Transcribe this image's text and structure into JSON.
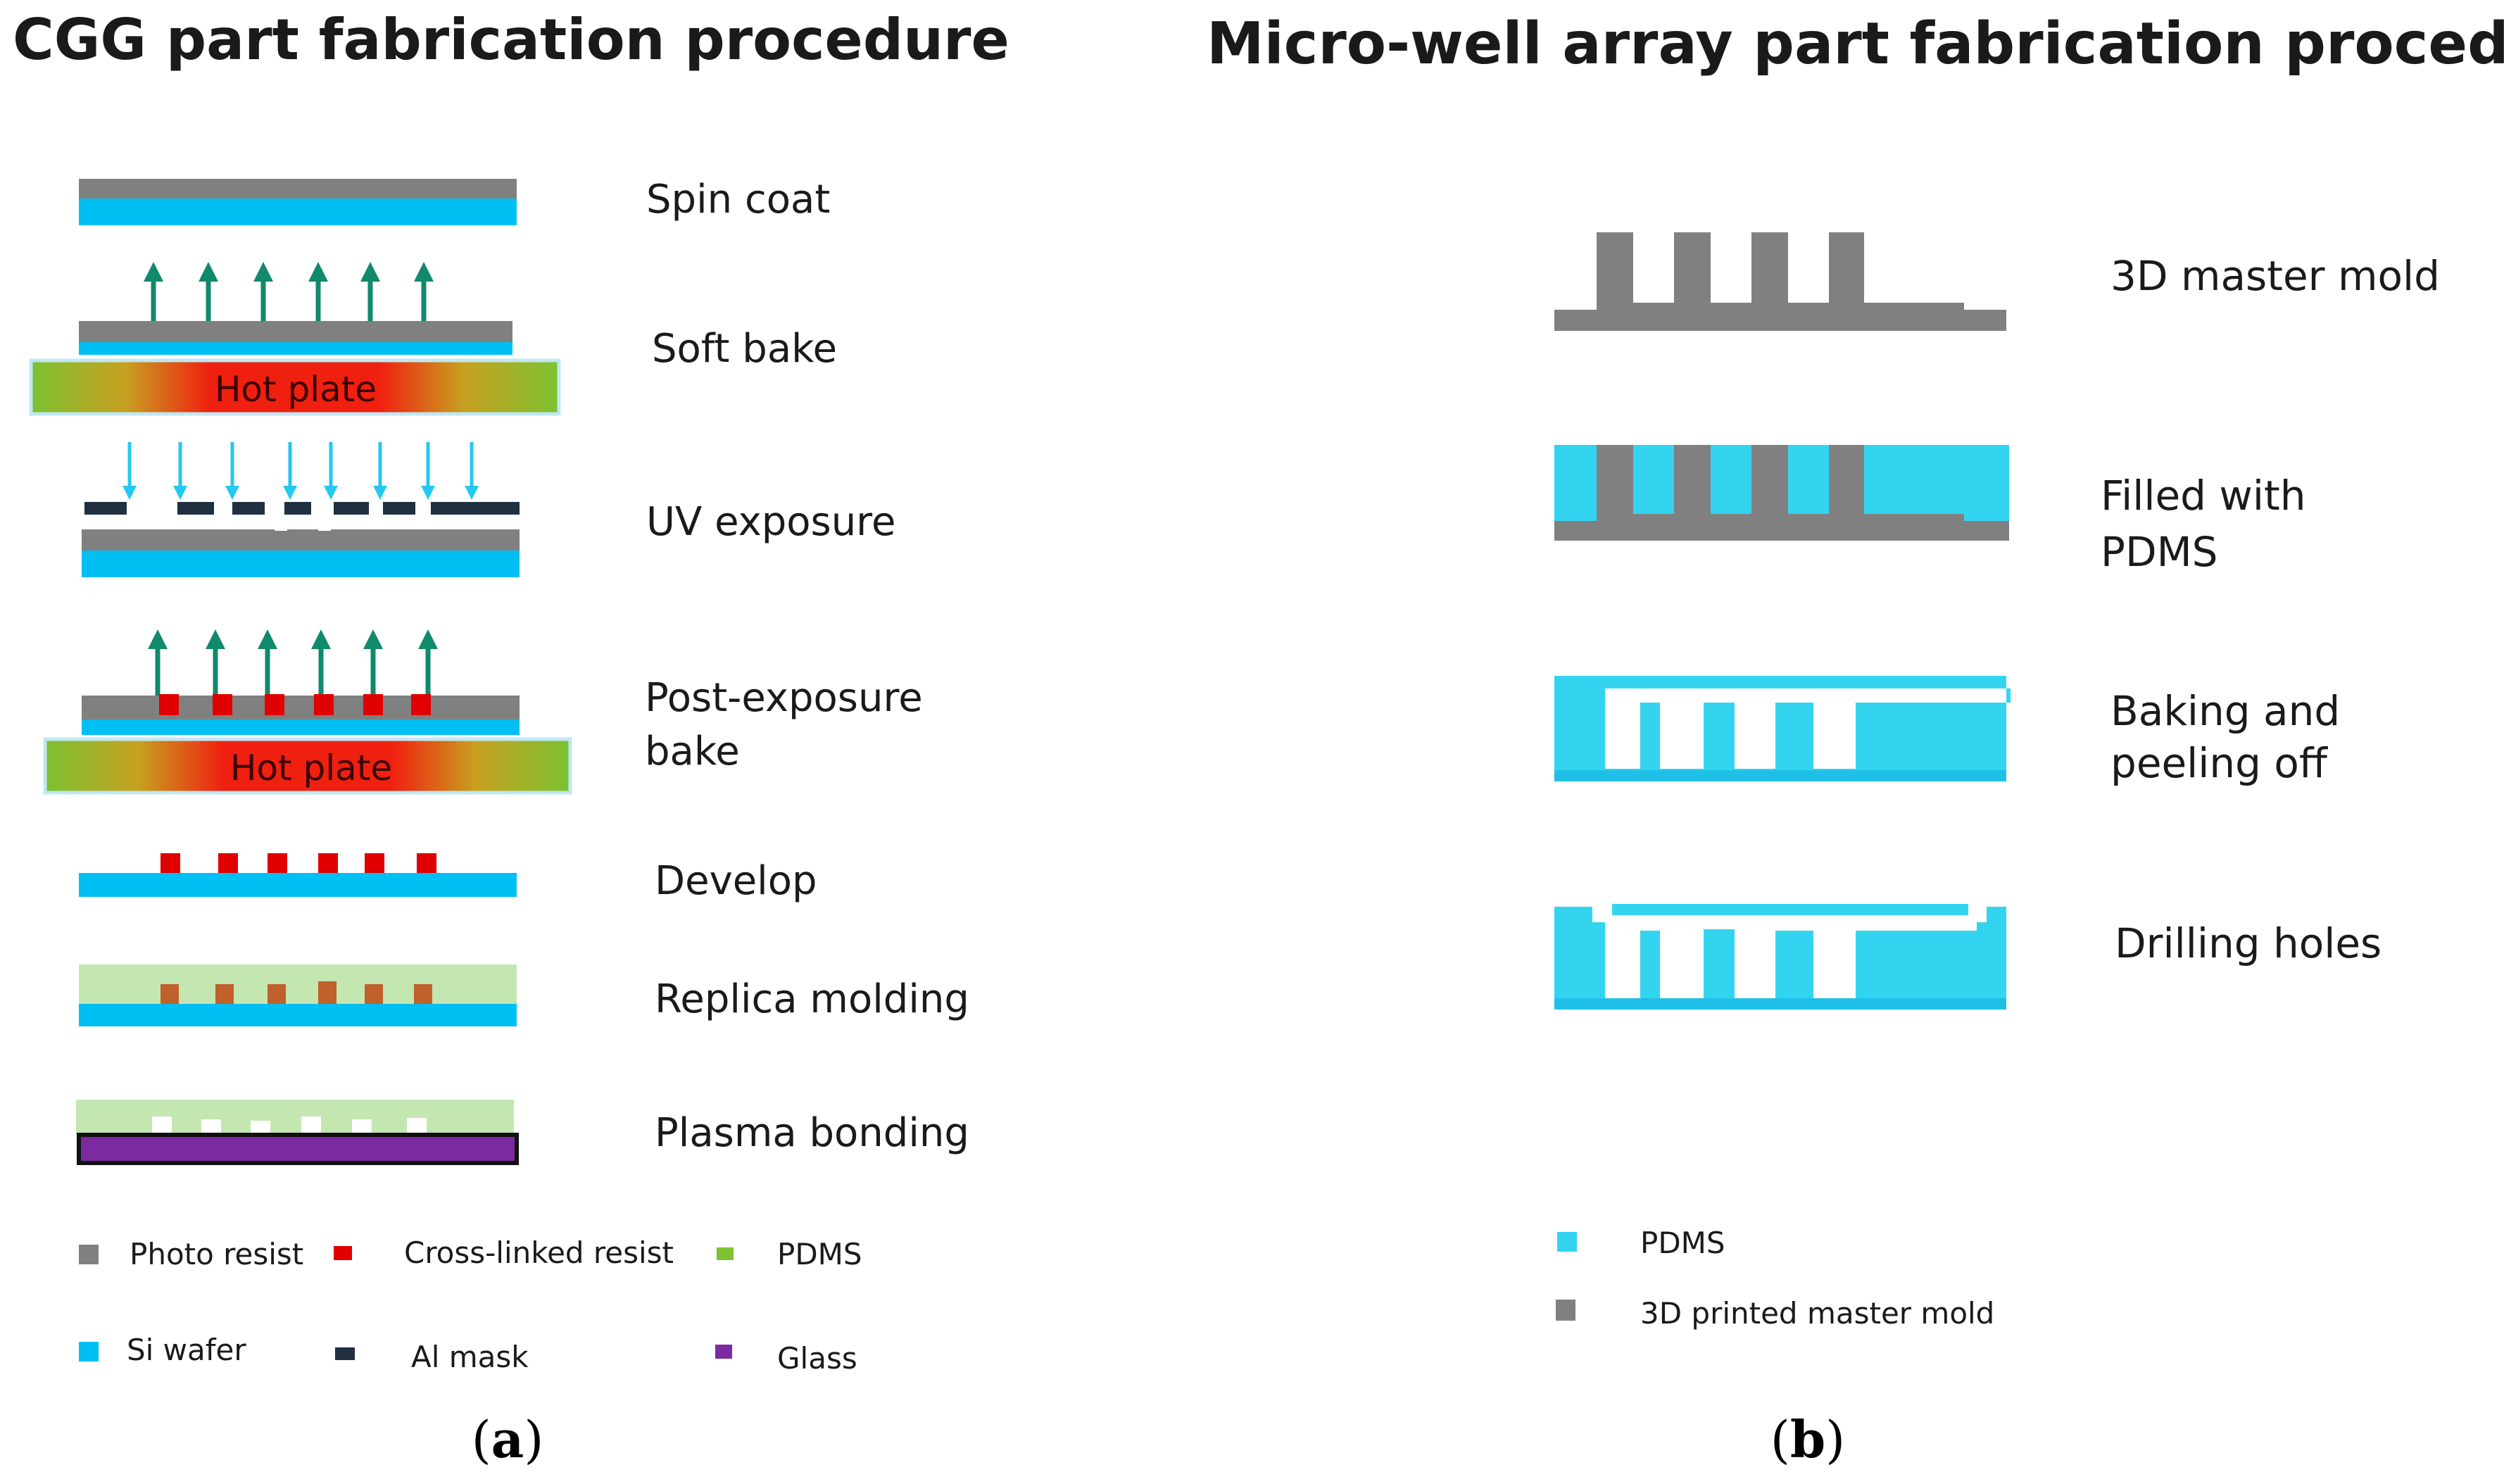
{
  "colors": {
    "photo_resist": "#808080",
    "si_wafer": "#00bff3",
    "cross_linked": "#e00000",
    "al_mask": "#203040",
    "pdms_green": "#c4e6b0",
    "glass": "#7b2aa0",
    "pdms_blue": "#33d4f0",
    "master_gray": "#808080",
    "arrow_green": "#108a6a",
    "uv_blue": "#25c8f0"
  },
  "panel_a": {
    "title": "CGG part fabrication procedure",
    "steps": {
      "spin_coat": "Spin coat",
      "soft_bake": "Soft bake",
      "uv_exposure": "UV exposure",
      "post_exposure_1": "Post-exposure",
      "post_exposure_2": "bake",
      "develop": "Develop",
      "replica_molding": "Replica molding",
      "plasma_bonding": "Plasma bonding"
    },
    "hot_plate": "Hot plate",
    "legend": {
      "photo_resist": "Photo resist",
      "cross_linked": "Cross-linked resist",
      "pdms": "PDMS",
      "si_wafer": "Si wafer",
      "al_mask": "Al mask",
      "glass": "Glass"
    },
    "caption": {
      "open": "(",
      "letter": "a",
      "close": ")"
    }
  },
  "panel_b": {
    "title": "Micro-well array part fabrication procedure",
    "steps": {
      "master_mold": "3D master mold",
      "filled_1": "Filled with",
      "filled_2": "PDMS",
      "baking_1": "Baking and",
      "baking_2": "peeling off",
      "drilling": "Drilling holes"
    },
    "legend": {
      "pdms": "PDMS",
      "master_mold": "3D printed master mold"
    },
    "caption": {
      "open": "(",
      "letter": "b",
      "close": ")"
    }
  }
}
